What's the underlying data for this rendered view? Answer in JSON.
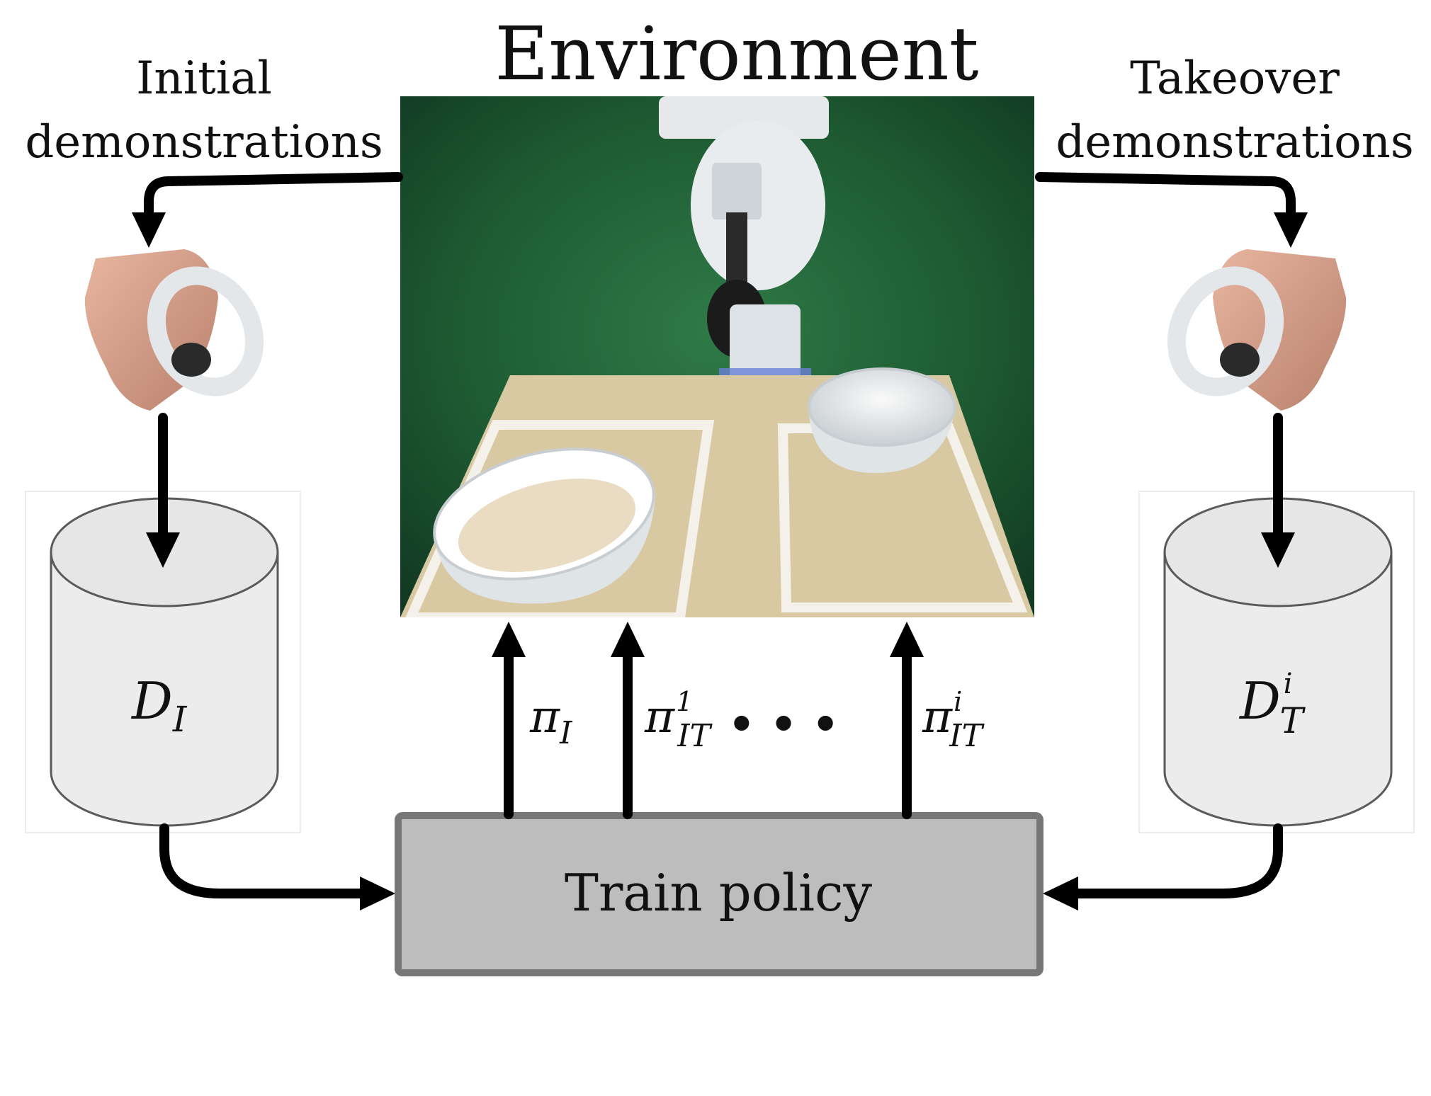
{
  "title": "Environment",
  "left_label": {
    "line1": "Initial",
    "line2": "demonstrations"
  },
  "right_label": {
    "line1": "Takeover",
    "line2": "demonstrations"
  },
  "left_dataset": {
    "symbol": "D",
    "subscript": "I",
    "superscript": ""
  },
  "right_dataset": {
    "symbol": "D",
    "subscript": "T",
    "superscript": "i"
  },
  "policies": [
    {
      "symbol": "π",
      "subscript": "I",
      "superscript": ""
    },
    {
      "symbol": "π",
      "subscript": "IT",
      "superscript": "1"
    },
    {
      "symbol": "π",
      "subscript": "IT",
      "superscript": "i"
    }
  ],
  "ellipsis": "• • •",
  "train_box": {
    "label": "Train policy"
  },
  "colors": {
    "arrow": "#000000",
    "train_box_fill": "#bdbdbd",
    "train_box_border": "#777777",
    "cylinder_fill": "#ececec",
    "cylinder_stroke": "#5a5a5a",
    "env_background": "#1f5a33",
    "table": "#d9c9a3"
  },
  "icons": {
    "environment_photo": "robot-arm-scene",
    "left_controller": "vr-controller-hand-icon",
    "right_controller": "vr-controller-hand-icon"
  }
}
